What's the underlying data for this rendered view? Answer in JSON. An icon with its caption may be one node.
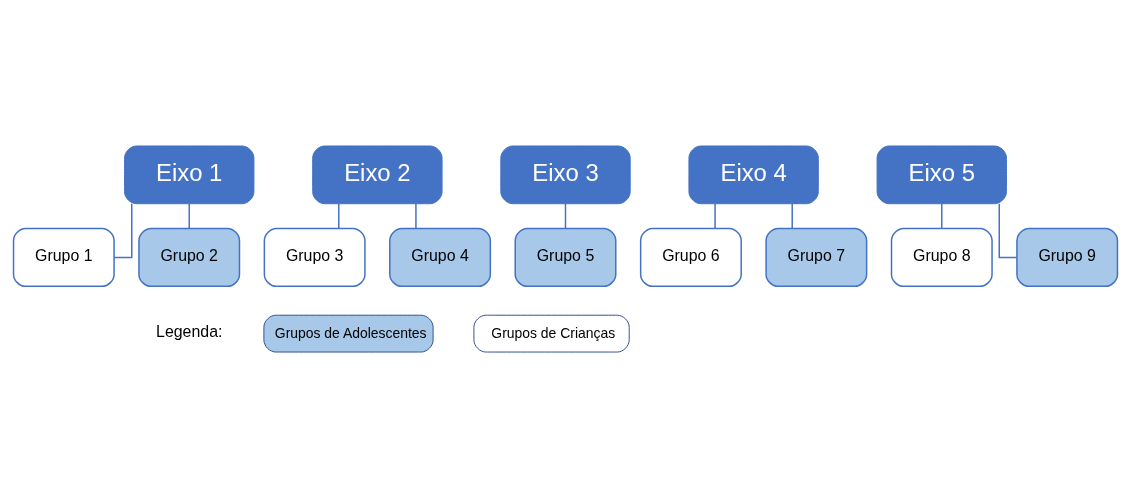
{
  "diagram": {
    "nodes": [
      {
        "text": [
          "Eixo 1"
        ]
      },
      {
        "text": [
          "Grupo 1"
        ]
      },
      {
        "text": [
          "Grupo 2"
        ]
      },
      {
        "text": [
          "Eixo 2"
        ]
      },
      {
        "text": [
          "Grupo 3"
        ]
      },
      {
        "text": [
          "Grupo 4"
        ]
      },
      {
        "text": [
          "Eixo 3"
        ]
      },
      {
        "text": [
          "Grupo 5"
        ]
      },
      {
        "text": [
          "Eixo 4"
        ]
      },
      {
        "text": [
          "Grupo 6"
        ]
      },
      {
        "text": [
          "Grupo 7"
        ]
      },
      {
        "text": [
          "Eixo 5"
        ]
      },
      {
        "text": [
          "Grupo 8"
        ]
      },
      {
        "text": [
          "Grupo 9"
        ]
      }
    ],
    "edges": [
      {
        "from": 0,
        "to": 1,
        "arrow": "none"
      },
      {
        "from": 0,
        "to": 2,
        "arrow": "none"
      },
      {
        "from": 3,
        "to": 4,
        "arrow": "none"
      },
      {
        "from": 3,
        "to": 5,
        "arrow": "none"
      },
      {
        "from": 6,
        "to": 7,
        "arrow": "none"
      },
      {
        "from": 8,
        "to": 9,
        "arrow": "none"
      },
      {
        "from": 8,
        "to": 10,
        "arrow": "none"
      },
      {
        "from": 11,
        "to": 12,
        "arrow": "none"
      },
      {
        "from": 11,
        "to": 13,
        "arrow": "none"
      }
    ],
    "labels": [
      "Legenda:"
    ],
    "legend": [
      {
        "text": "Grupos de Adolescentes",
        "color": "#a7c8e8"
      },
      {
        "text": "Grupos de Crianças",
        "color": "#ffffff"
      }
    ]
  }
}
